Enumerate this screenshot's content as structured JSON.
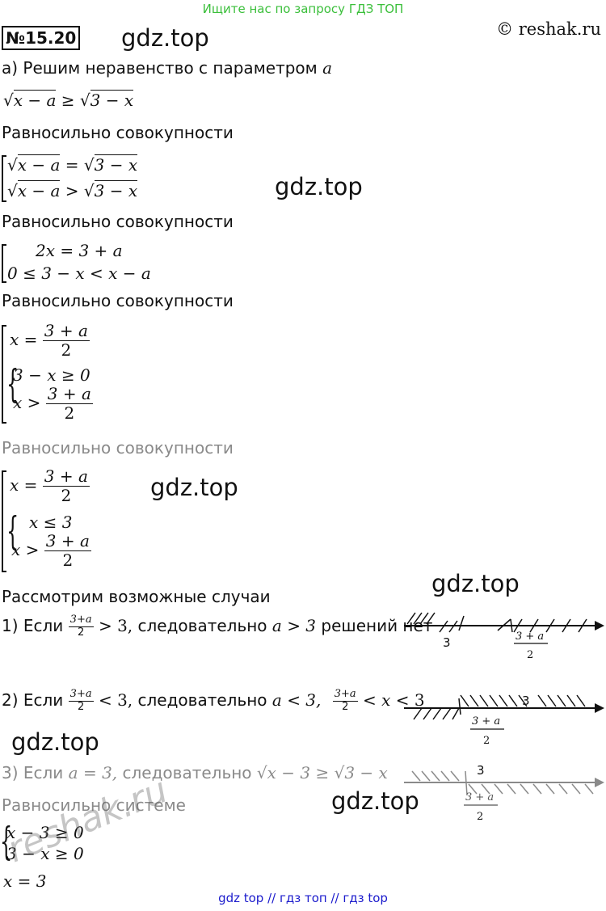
{
  "banner": "Ищите нас по запросу ГДЗ ТОП",
  "problem_number": "№15.20",
  "copyright": "© reshak.ru",
  "watermark": "gdz.top",
  "reshak_watermark": "reshak.ru",
  "lines": {
    "intro": "а) Решим неравенство с параметром",
    "param": "a",
    "equiv_set": "Равносильно совокупности",
    "cases_title": "Рассмотрим возможные случаи",
    "case1_prefix": "1) Если",
    "case1_rel": "> 3,",
    "case1_mid": "следовательно",
    "case1_cond": "a > 3",
    "case1_result": "решений нет",
    "case2_prefix": "2) Если",
    "case2_rel": "< 3,",
    "case2_mid": "следовательно",
    "case2_cond": "a < 3,",
    "case2_lt1": "< x <",
    "case2_three": "3",
    "case3_prefix": "3) Если",
    "case3_cond": "a = 3,",
    "case3_mid": "следовательно",
    "case3_ineq": "√x − 3 ≥ √3 − x",
    "equiv_system": "Равносильно системе",
    "sys_line1": "x − 3 ≥ 0",
    "sys_line2": "3 − x ≥ 0",
    "answer": "x = 3"
  },
  "math": {
    "main_ineq_left": "x − a",
    "ge": "≥",
    "main_ineq_right": "3 − x",
    "eq": "=",
    "gt": ">",
    "set1_line2_op": ">",
    "set2_line1": "2x = 3 + a",
    "set2_line2": "0 ≤ 3 − x < x − a",
    "x_eq": "x =",
    "x_gt": "x >",
    "three_minus_x_ge0": "3 − x ≥ 0",
    "x_le3": "x ≤ 3",
    "frac_num": "3 + a",
    "frac_den": "2",
    "frac_num_sm": "3+a",
    "label_3": "3"
  },
  "footer": "gdz top  //  гдз топ  //  гдз top",
  "colors": {
    "banner": "#3bbf3b",
    "footer": "#1a1acc",
    "faded": "#8a8a8a"
  }
}
